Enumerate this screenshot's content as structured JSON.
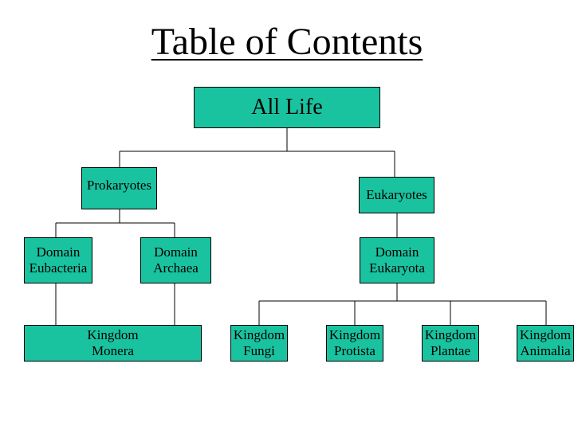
{
  "title": "Table of Contents",
  "nodes": {
    "all_life": "All Life",
    "prokaryotes": "Prokaryotes",
    "eukaryotes": "Eukaryotes",
    "eubacteria": "Domain\nEubacteria",
    "archaea": "Domain\nArchaea",
    "eukaryota": "Domain\nEukaryota",
    "monera": "Kingdom\nMonera",
    "fungi": "Kingdom\nFungi",
    "protista": "Kingdom\nProtista",
    "plantae": "Kingdom\nPlantae",
    "animalia": "Kingdom\nAnimalia"
  },
  "colors": {
    "node_fill": "#1ac3a0",
    "line": "#000000"
  }
}
